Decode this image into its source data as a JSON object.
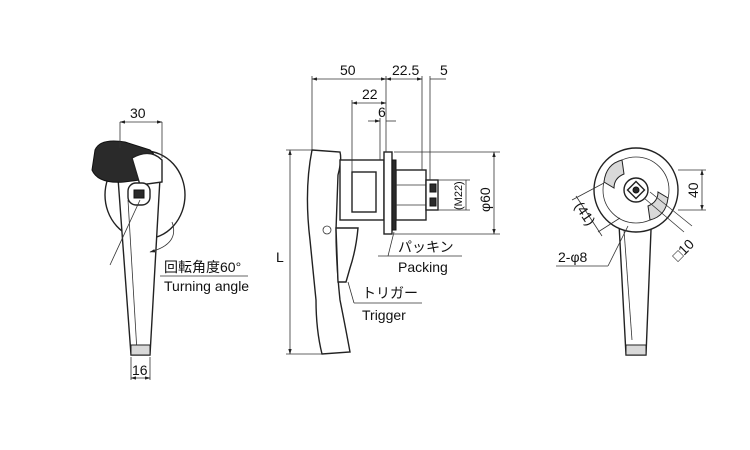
{
  "front_view": {
    "dim_width_top": "30",
    "dim_width_bottom": "16",
    "turning_angle_ja": "回転角度60°",
    "turning_angle_en": "Turning angle"
  },
  "side_view": {
    "dim_50": "50",
    "dim_22_5": "22.5",
    "dim_5": "5",
    "dim_22": "22",
    "dim_6": "6",
    "dim_L": "L",
    "dim_m22": "(M22)",
    "dim_phi60": "φ60",
    "packing_ja": "パッキン",
    "packing_en": "Packing",
    "trigger_ja": "トリガー",
    "trigger_en": "Trigger"
  },
  "rear_view": {
    "dim_40": "40",
    "dim_41": "(41)",
    "dim_sq10": "□10",
    "dim_holes": "2-φ8"
  }
}
